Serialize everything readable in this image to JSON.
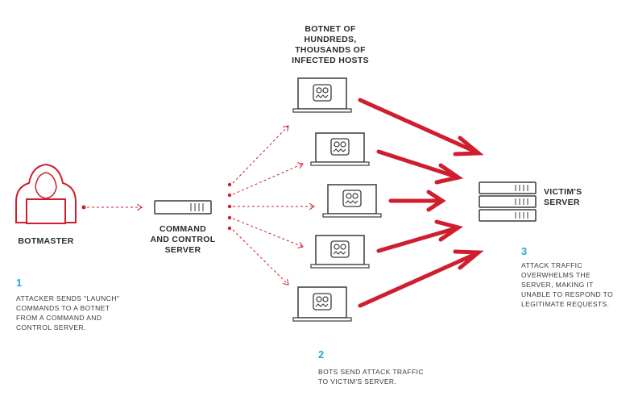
{
  "labels": {
    "botnet": "BOTNET OF\nHUNDREDS,\nTHOUSANDS OF\nINFECTED HOSTS",
    "botmaster": "BOTMASTER",
    "cnc": "COMMAND\nAND CONTROL\nSERVER",
    "victim": "VICTIM'S\nSERVER"
  },
  "steps": [
    {
      "number": "1",
      "text": "ATTACKER SENDS \"LAUNCH\"\nCOMMANDS TO A BOTNET\nFROM A COMMAND AND\nCONTROL SERVER."
    },
    {
      "number": "2",
      "text": "BOTS SEND ATTACK TRAFFIC\nTO VICTIM'S SERVER."
    },
    {
      "number": "3",
      "text": "ATTACK TRAFFIC\nOVERWHELMS THE\nSERVER, MAKING IT\nUNABLE TO RESPOND TO\nLEGITIMATE REQUESTS."
    }
  ],
  "icons": {
    "attacker": "hooded-hacker-icon",
    "cnc": "server-icon",
    "bot": "infected-laptop-icon",
    "victim": "server-stack-icon"
  },
  "colors": {
    "accent": "#cf1e2e",
    "step_number": "#29a8d6",
    "line": "#3a3a3a"
  }
}
